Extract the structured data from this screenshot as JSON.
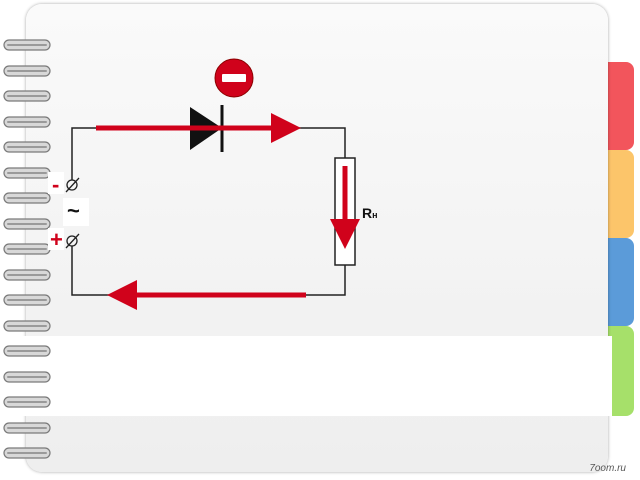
{
  "diagram": {
    "polarity_top": "-",
    "polarity_bottom": "+",
    "ac_symbol": "~",
    "resistor_label": "R",
    "resistor_subscript": "н"
  },
  "colors": {
    "current_arrow": "#d0021b",
    "wire": "#222222",
    "tab_red": "#f2555c",
    "tab_orange": "#fcc56a",
    "tab_blue": "#5b9bd9",
    "tab_green": "#a6e06a"
  },
  "footer": {
    "credit": "7oom.ru"
  }
}
